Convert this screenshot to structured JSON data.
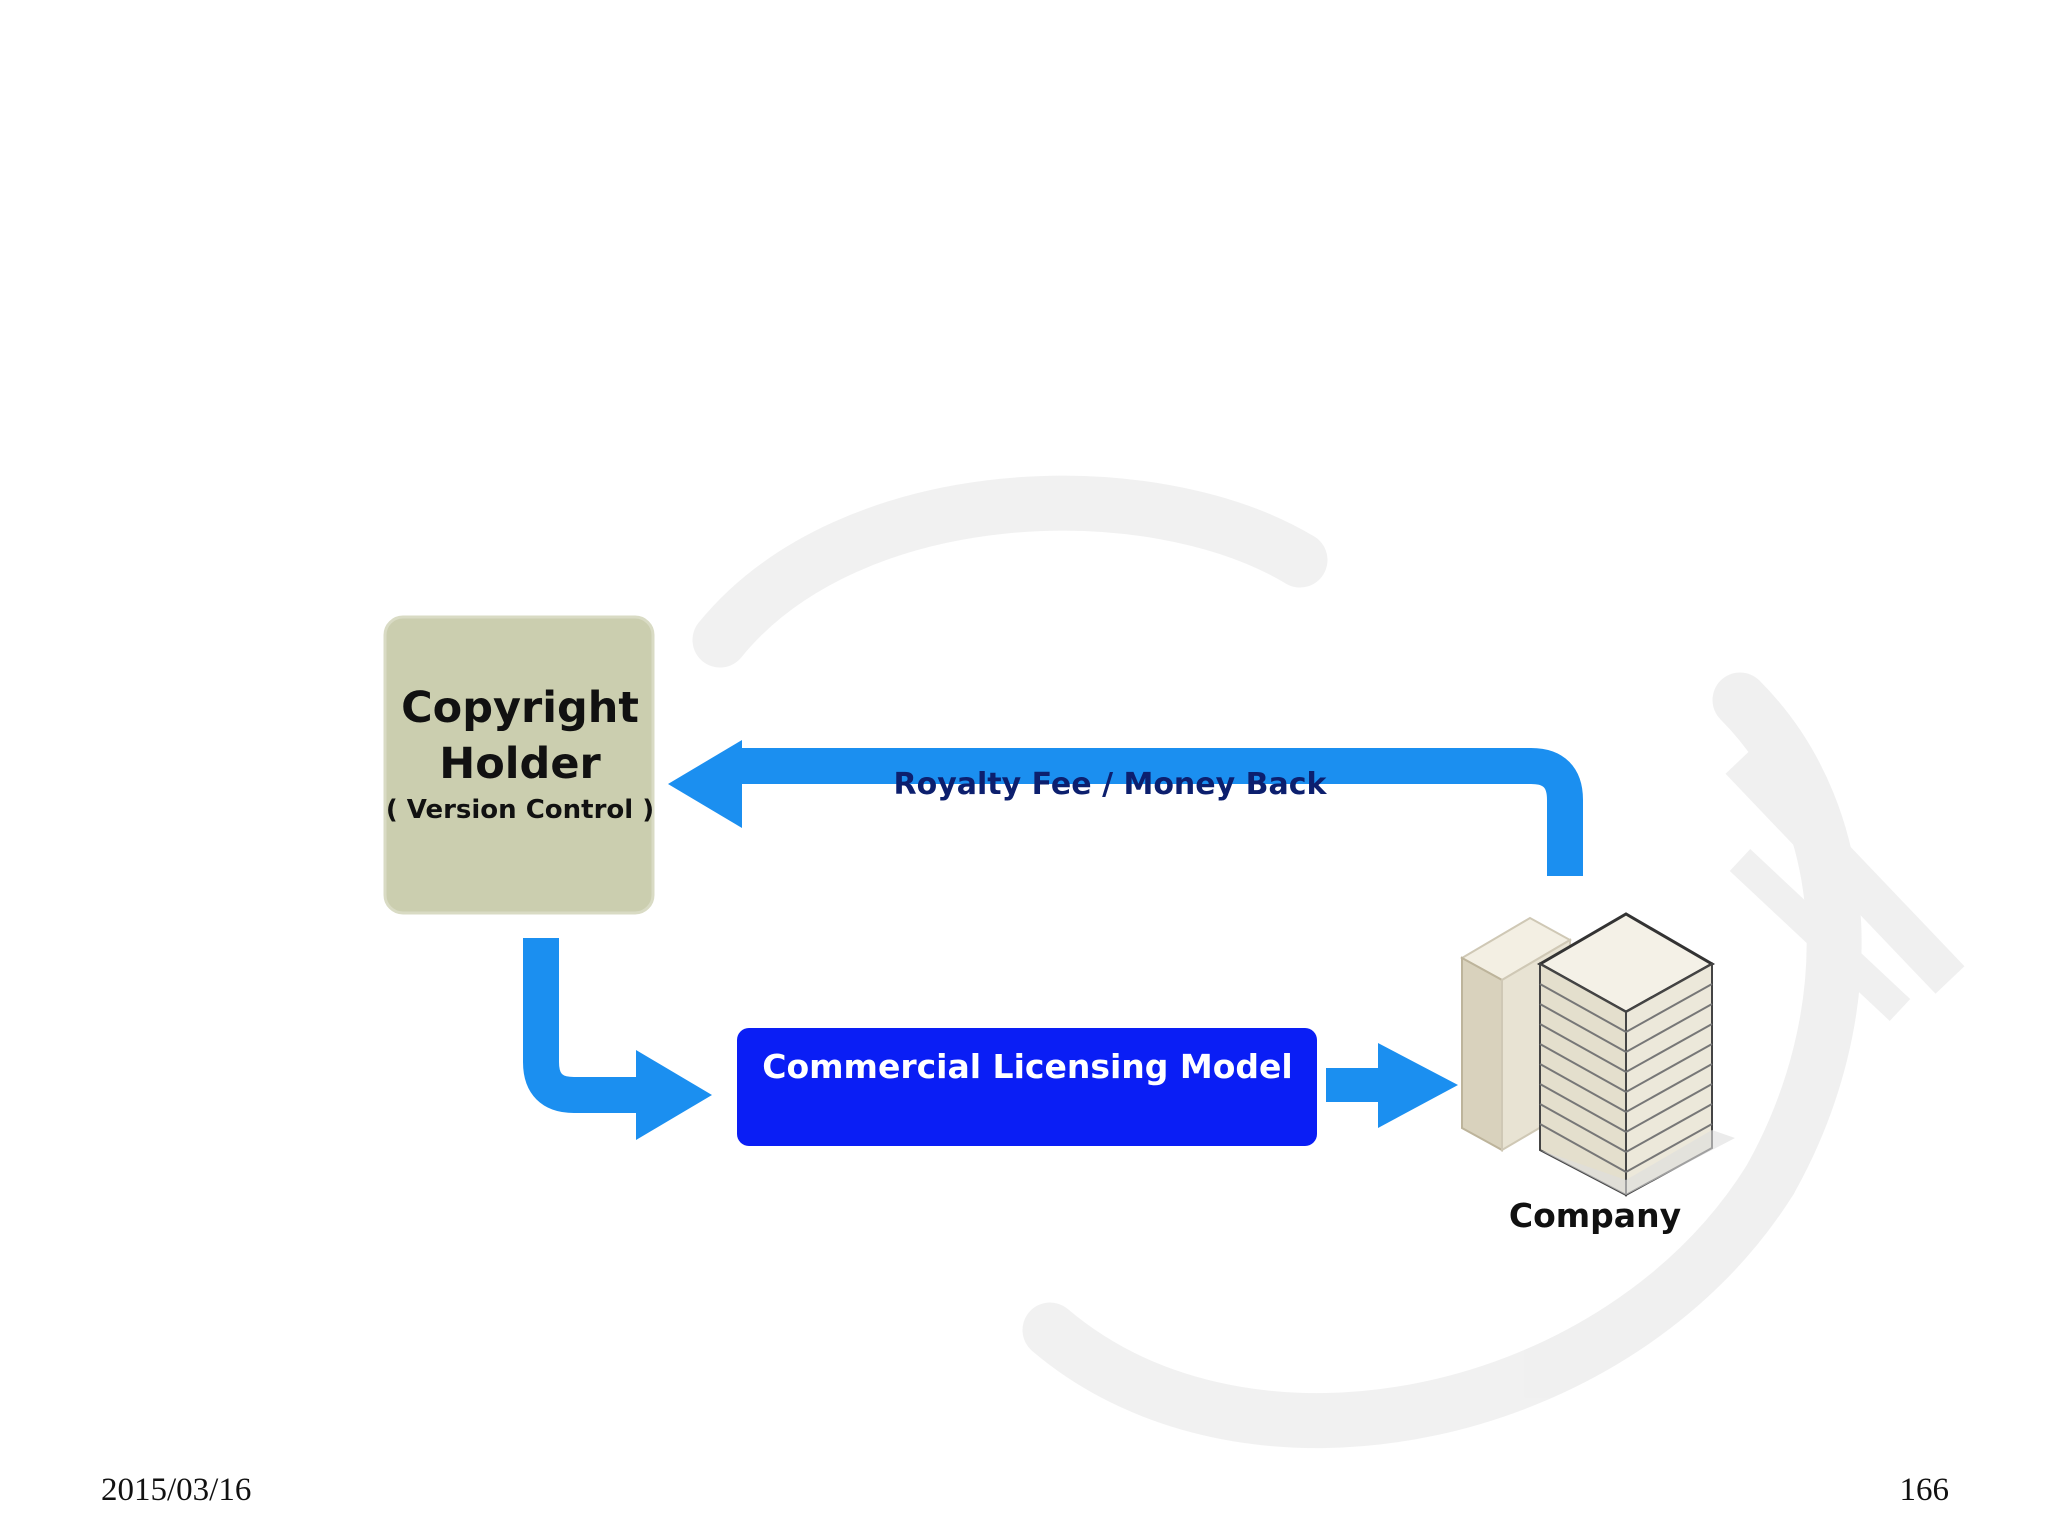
{
  "diagram": {
    "copyright_holder": {
      "title": "Copyright\nHolder",
      "subtitle": "( Version Control )"
    },
    "licensing_model": {
      "label": "Commercial Licensing Model"
    },
    "royalty_flow": {
      "label": "Royalty Fee / Money Back"
    },
    "company": {
      "label": "Company"
    },
    "colors": {
      "holder_box": "#cbceaf",
      "model_box": "#0a1ef5",
      "arrow": "#1b8ff0",
      "watermark": "#ececec"
    }
  },
  "footer": {
    "date": "2015/03/16",
    "page_number": "166"
  }
}
